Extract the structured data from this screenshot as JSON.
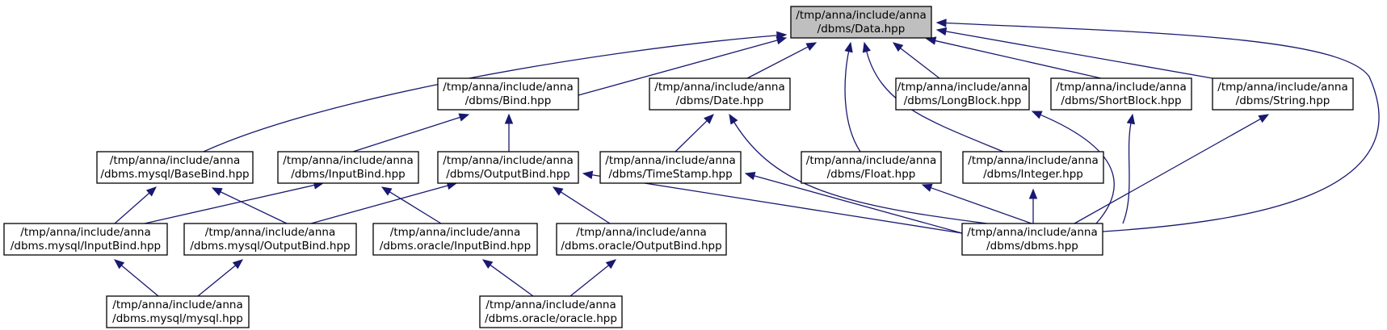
{
  "nodes": [
    {
      "id": "data",
      "line1": "/tmp/anna/include/anna",
      "line2": "/dbms/Data.hpp"
    },
    {
      "id": "bind",
      "line1": "/tmp/anna/include/anna",
      "line2": "/dbms/Bind.hpp"
    },
    {
      "id": "date",
      "line1": "/tmp/anna/include/anna",
      "line2": "/dbms/Date.hpp"
    },
    {
      "id": "longblock",
      "line1": "/tmp/anna/include/anna",
      "line2": "/dbms/LongBlock.hpp"
    },
    {
      "id": "shortblock",
      "line1": "/tmp/anna/include/anna",
      "line2": "/dbms/ShortBlock.hpp"
    },
    {
      "id": "string",
      "line1": "/tmp/anna/include/anna",
      "line2": "/dbms/String.hpp"
    },
    {
      "id": "mysql-basebind",
      "line1": "/tmp/anna/include/anna",
      "line2": "/dbms.mysql/BaseBind.hpp"
    },
    {
      "id": "inputbind",
      "line1": "/tmp/anna/include/anna",
      "line2": "/dbms/InputBind.hpp"
    },
    {
      "id": "outputbind",
      "line1": "/tmp/anna/include/anna",
      "line2": "/dbms/OutputBind.hpp"
    },
    {
      "id": "timestamp",
      "line1": "/tmp/anna/include/anna",
      "line2": "/dbms/TimeStamp.hpp"
    },
    {
      "id": "float",
      "line1": "/tmp/anna/include/anna",
      "line2": "/dbms/Float.hpp"
    },
    {
      "id": "integer",
      "line1": "/tmp/anna/include/anna",
      "line2": "/dbms/Integer.hpp"
    },
    {
      "id": "mysql-inputbind",
      "line1": "/tmp/anna/include/anna",
      "line2": "/dbms.mysql/InputBind.hpp"
    },
    {
      "id": "mysql-outputbind",
      "line1": "/tmp/anna/include/anna",
      "line2": "/dbms.mysql/OutputBind.hpp"
    },
    {
      "id": "oracle-inputbind",
      "line1": "/tmp/anna/include/anna",
      "line2": "/dbms.oracle/InputBind.hpp"
    },
    {
      "id": "oracle-outputbind",
      "line1": "/tmp/anna/include/anna",
      "line2": "/dbms.oracle/OutputBind.hpp"
    },
    {
      "id": "dbms",
      "line1": "/tmp/anna/include/anna",
      "line2": "/dbms/dbms.hpp"
    },
    {
      "id": "mysql",
      "line1": "/tmp/anna/include/anna",
      "line2": "/dbms.mysql/mysql.hpp"
    },
    {
      "id": "oracle",
      "line1": "/tmp/anna/include/anna",
      "line2": "/dbms.oracle/oracle.hpp"
    }
  ],
  "edges": [
    {
      "from": "bind",
      "to": "data"
    },
    {
      "from": "date",
      "to": "data"
    },
    {
      "from": "longblock",
      "to": "data"
    },
    {
      "from": "shortblock",
      "to": "data"
    },
    {
      "from": "string",
      "to": "data"
    },
    {
      "from": "mysql-basebind",
      "to": "data"
    },
    {
      "from": "float",
      "to": "data"
    },
    {
      "from": "integer",
      "to": "data"
    },
    {
      "from": "dbms",
      "to": "data"
    },
    {
      "from": "inputbind",
      "to": "bind"
    },
    {
      "from": "outputbind",
      "to": "bind"
    },
    {
      "from": "timestamp",
      "to": "date"
    },
    {
      "from": "dbms",
      "to": "date"
    },
    {
      "from": "dbms",
      "to": "longblock"
    },
    {
      "from": "dbms",
      "to": "shortblock"
    },
    {
      "from": "dbms",
      "to": "string"
    },
    {
      "from": "mysql-inputbind",
      "to": "mysql-basebind"
    },
    {
      "from": "mysql-outputbind",
      "to": "mysql-basebind"
    },
    {
      "from": "mysql-inputbind",
      "to": "inputbind"
    },
    {
      "from": "oracle-inputbind",
      "to": "inputbind"
    },
    {
      "from": "mysql-outputbind",
      "to": "outputbind"
    },
    {
      "from": "oracle-outputbind",
      "to": "outputbind"
    },
    {
      "from": "dbms",
      "to": "outputbind"
    },
    {
      "from": "dbms",
      "to": "timestamp"
    },
    {
      "from": "dbms",
      "to": "float"
    },
    {
      "from": "dbms",
      "to": "integer"
    },
    {
      "from": "mysql",
      "to": "mysql-inputbind"
    },
    {
      "from": "mysql",
      "to": "mysql-outputbind"
    },
    {
      "from": "oracle",
      "to": "oracle-outputbind"
    },
    {
      "from": "oracle",
      "to": "oracle-inputbind"
    }
  ]
}
